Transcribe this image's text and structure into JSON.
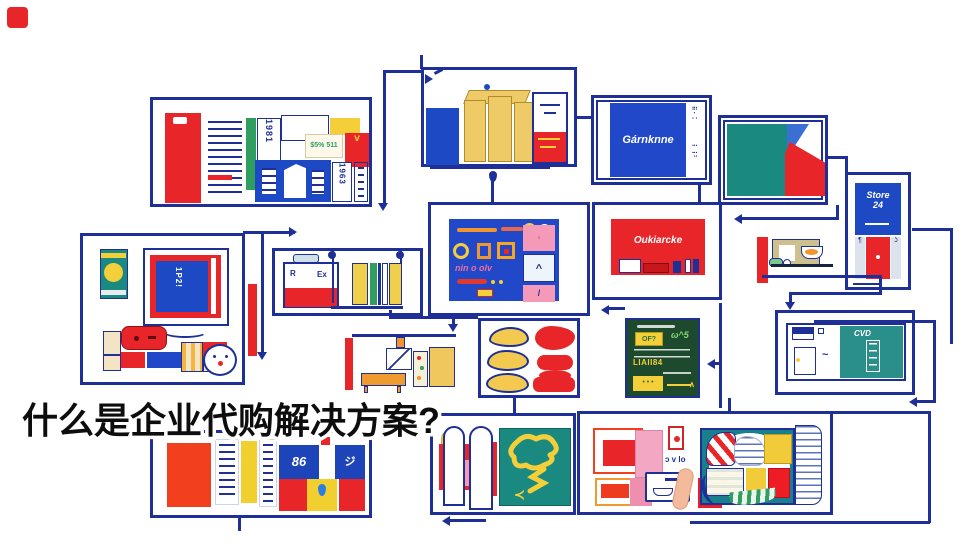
{
  "headline": {
    "text": "什么是企业代购解决方案?"
  },
  "corner_badge": {
    "color": "#e8262a"
  },
  "palette": {
    "navy": "#1e2f97",
    "red": "#e8262a",
    "orangered": "#f23f1d",
    "blue": "#1d49c5",
    "royal": "#2148c8",
    "teal": "#1a8a80",
    "teal2": "#2a8f8a",
    "green": "#2f9e5f",
    "chalk": "#1d4a2c",
    "yellow": "#f5cf3a",
    "gold": "#eecb67",
    "pink": "#f49ab8",
    "cream": "#f2e4c4",
    "ink": "#0d0d0d"
  },
  "labels": {
    "shelf_tag_vertical": "1981",
    "shelf_tag_vertical_2": "1963",
    "price_tag_green": "$5% 511",
    "red_box_check": "v",
    "blue_sign_logo": "Gárnknne",
    "store_sign_line1": "Store",
    "store_sign_line2": "24",
    "red_sign_logo": "Oukiarcke",
    "poster_pink_text": "nin o olv",
    "poster_caret": "^",
    "poster_slash": "/",
    "briefcase_mark_a": "R",
    "briefcase_mark_b": "Ex",
    "blue_poster_vertical": "1P2!",
    "chalk_tag": "OF?",
    "chalk_scribble": "ω^5",
    "chalk_code": "LIAII84",
    "chalk_dots": "• • •",
    "chalk_arrow": "∧",
    "cd_sign": "CVD",
    "cd_squiggle": "~",
    "sale_left_number": "86",
    "sale_right_glyph": "ジ",
    "bag_poster_arrow": "≺",
    "goods_scribble": "ɔ v lo"
  }
}
